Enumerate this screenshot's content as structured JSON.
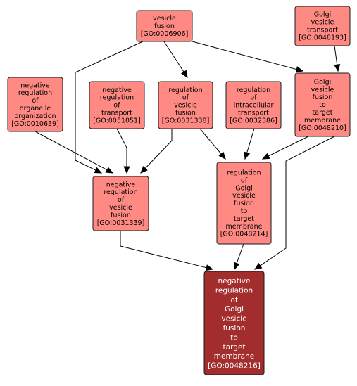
{
  "nodes": [
    {
      "id": "GO:0006906",
      "lines": [
        "vesicle",
        "fusion",
        "[GO:0006906]"
      ],
      "focus": false
    },
    {
      "id": "GO:0048193",
      "lines": [
        "Golgi",
        "vesicle",
        "transport",
        "[GO:0048193]"
      ],
      "focus": false
    },
    {
      "id": "GO:0010639",
      "lines": [
        "negative",
        "regulation",
        "of",
        "organelle",
        "organization",
        "[GO:0010639]"
      ],
      "focus": false
    },
    {
      "id": "GO:0051051",
      "lines": [
        "negative",
        "regulation",
        "of",
        "transport",
        "[GO:0051051]"
      ],
      "focus": false
    },
    {
      "id": "GO:0031338",
      "lines": [
        "regulation",
        "of",
        "vesicle",
        "fusion",
        "[GO:0031338]"
      ],
      "focus": false
    },
    {
      "id": "GO:0032386",
      "lines": [
        "regulation",
        "of",
        "intracellular",
        "transport",
        "[GO:0032386]"
      ],
      "focus": false
    },
    {
      "id": "GO:0048210",
      "lines": [
        "Golgi",
        "vesicle",
        "fusion",
        "to",
        "target",
        "membrane",
        "[GO:0048210]"
      ],
      "focus": false
    },
    {
      "id": "GO:0031339",
      "lines": [
        "negative",
        "regulation",
        "of",
        "vesicle",
        "fusion",
        "[GO:0031339]"
      ],
      "focus": false
    },
    {
      "id": "GO:0048214",
      "lines": [
        "regulation",
        "of",
        "Golgi",
        "vesicle",
        "fusion",
        "to",
        "target",
        "membrane",
        "[GO:0048214]"
      ],
      "focus": false
    },
    {
      "id": "GO:0048216",
      "lines": [
        "negative",
        "regulation",
        "of",
        "Golgi",
        "vesicle",
        "fusion",
        "to",
        "target",
        "membrane",
        "[GO:0048216]"
      ],
      "focus": true
    }
  ],
  "edges": [
    {
      "from": "GO:0006906",
      "to": "GO:0031338"
    },
    {
      "from": "GO:0006906",
      "to": "GO:0048210"
    },
    {
      "from": "GO:0006906",
      "to": "GO:0031339"
    },
    {
      "from": "GO:0048193",
      "to": "GO:0048210"
    },
    {
      "from": "GO:0010639",
      "to": "GO:0031339"
    },
    {
      "from": "GO:0051051",
      "to": "GO:0031339"
    },
    {
      "from": "GO:0031338",
      "to": "GO:0031339"
    },
    {
      "from": "GO:0031338",
      "to": "GO:0048214"
    },
    {
      "from": "GO:0032386",
      "to": "GO:0048214"
    },
    {
      "from": "GO:0048210",
      "to": "GO:0048214"
    },
    {
      "from": "GO:0048210",
      "to": "GO:0048216"
    },
    {
      "from": "GO:0031339",
      "to": "GO:0048216"
    },
    {
      "from": "GO:0048214",
      "to": "GO:0048216"
    }
  ]
}
